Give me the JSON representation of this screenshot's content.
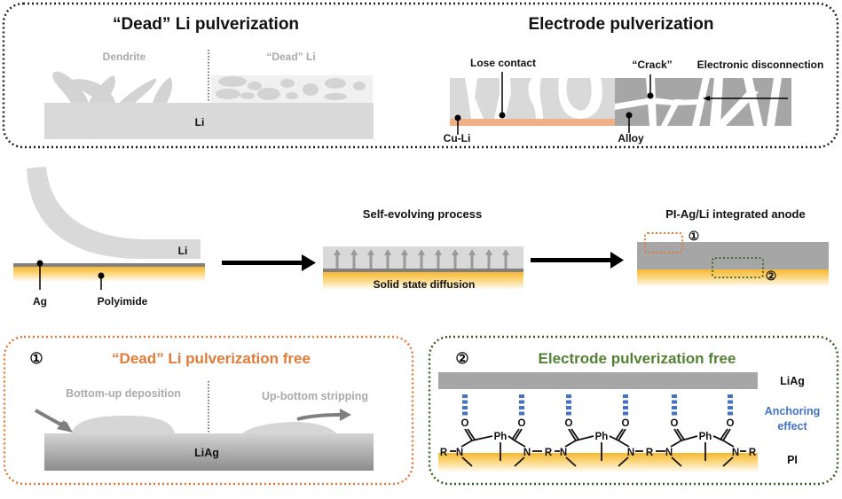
{
  "top_left": {
    "title": "“Dead” Li pulverization",
    "left_label": "Dendrite",
    "right_label": "“Dead” Li",
    "substrate_label": "Li"
  },
  "top_right": {
    "title": "Electrode pulverization",
    "lose_contact": "Lose contact",
    "crack": "“Crack”",
    "electronic_disconnection": "Electronic disconnection",
    "cu_li": "Cu-Li",
    "alloy": "Alloy"
  },
  "middle": {
    "li_foil_label": "Li",
    "ag_label": "Ag",
    "polyimide_label": "Polyimide",
    "process_title": "Self-evolving process",
    "diffusion_label": "Solid state diffusion",
    "anode_title": "PI-Ag/Li integrated anode",
    "marker_1": "①",
    "marker_2": "②"
  },
  "bottom_left": {
    "number": "①",
    "title": "“Dead” Li pulverization free",
    "deposition_label": "Bottom-up deposition",
    "stripping_label": "Up-bottom stripping",
    "substrate_label": "LiAg"
  },
  "bottom_right": {
    "number": "②",
    "title": "Electrode pulverization free",
    "liag_label": "LiAg",
    "anchoring_line1": "Anchoring",
    "anchoring_line2": "effect",
    "pi_label": "PI",
    "atoms": {
      "O": "O",
      "N": "N",
      "R": "R",
      "Ph": "Ph"
    }
  },
  "colors": {
    "orange": "#e07b39",
    "green": "#4a7a2c",
    "blue": "#4472c4",
    "copper": "#f2b087",
    "gold": "#f7b731",
    "li_gray": "#d9d9d9",
    "alloy_gray": "#a6a6a6"
  }
}
